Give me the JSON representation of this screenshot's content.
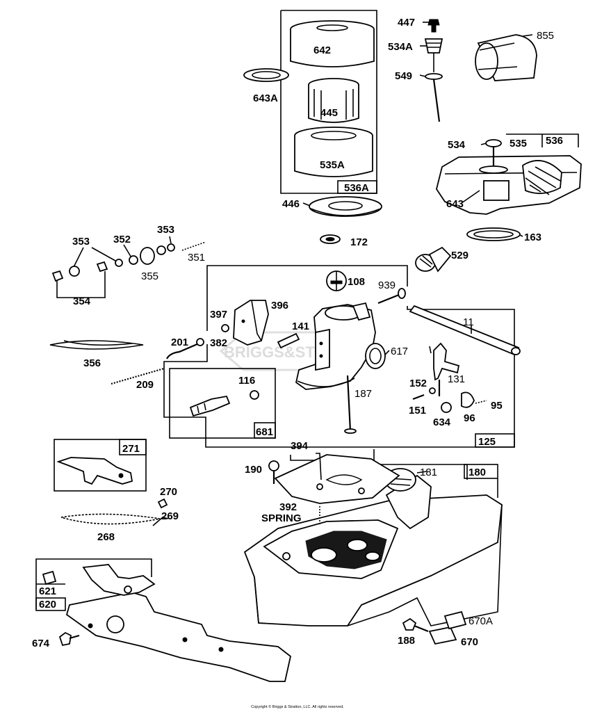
{
  "labels": {
    "p642": "642",
    "p643a": "643A",
    "p445": "445",
    "p535a": "535A",
    "p536a": "536A",
    "p446": "446",
    "p172": "172",
    "p447": "447",
    "p534a": "534A",
    "p549": "549",
    "p855": "855",
    "p534": "534",
    "p535": "535",
    "p536": "536",
    "p643": "643",
    "p163": "163",
    "p353a": "353",
    "p352": "352",
    "p353b": "353",
    "p355": "355",
    "p351": "351",
    "p354": "354",
    "p529": "529",
    "p108": "108",
    "p939": "939",
    "p397": "397",
    "p396": "396",
    "p141": "141",
    "p382": "382",
    "p201": "201",
    "p356": "356",
    "p617": "617",
    "p11": "11",
    "p209": "209",
    "p116": "116",
    "p681": "681",
    "p187": "187",
    "p152": "152",
    "p131": "131",
    "p151": "151",
    "p634": "634",
    "p96": "96",
    "p95": "95",
    "p125": "125",
    "p271": "271",
    "p394": "394",
    "p190": "190",
    "p181": "181",
    "p180": "180",
    "p270": "270",
    "p269": "269",
    "p392": "392",
    "spring": "SPRING",
    "p268": "268",
    "p621": "621",
    "p620": "620",
    "p674": "674",
    "p188": "188",
    "p670a": "670A",
    "p670": "670"
  },
  "watermark": "BRIGGS&STRATTON",
  "copyright": "Copyright © Briggs & Stratton, LLC. All rights reserved."
}
